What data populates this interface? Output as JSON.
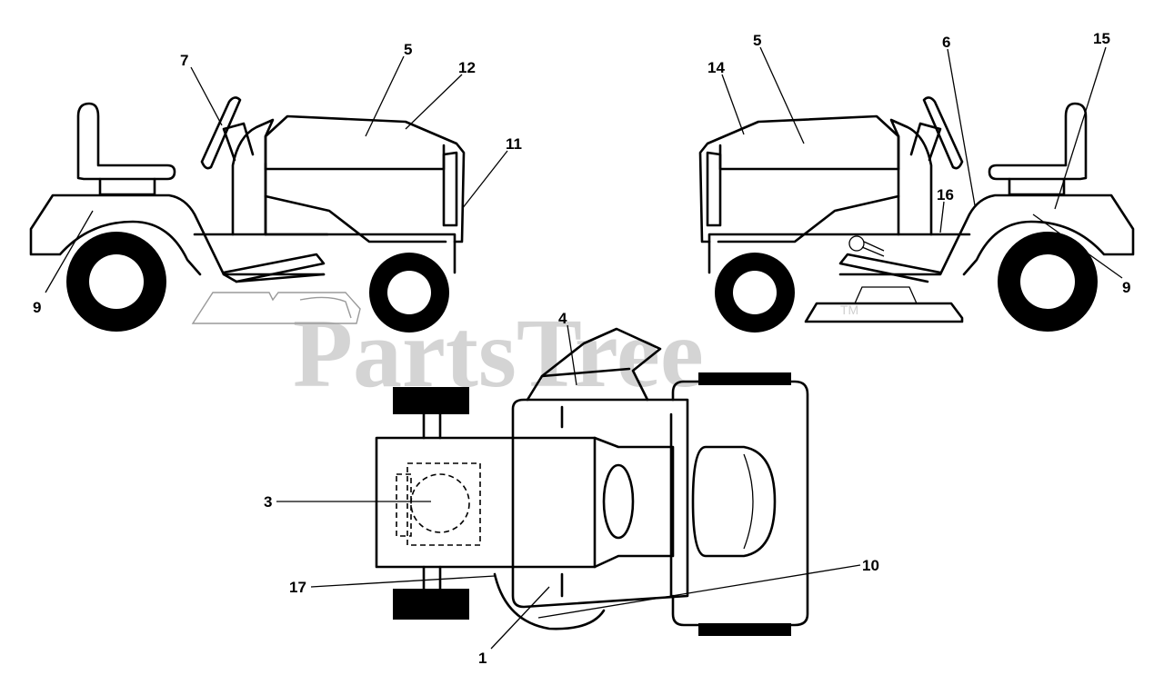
{
  "watermark": {
    "text": "PartsTree",
    "trademark": "TM"
  },
  "callouts": {
    "left_view": [
      "7",
      "5",
      "12",
      "11",
      "9"
    ],
    "right_view": [
      "5",
      "14",
      "6",
      "15",
      "16",
      "9"
    ],
    "top_view": [
      "4",
      "3",
      "17",
      "10",
      "1"
    ]
  }
}
